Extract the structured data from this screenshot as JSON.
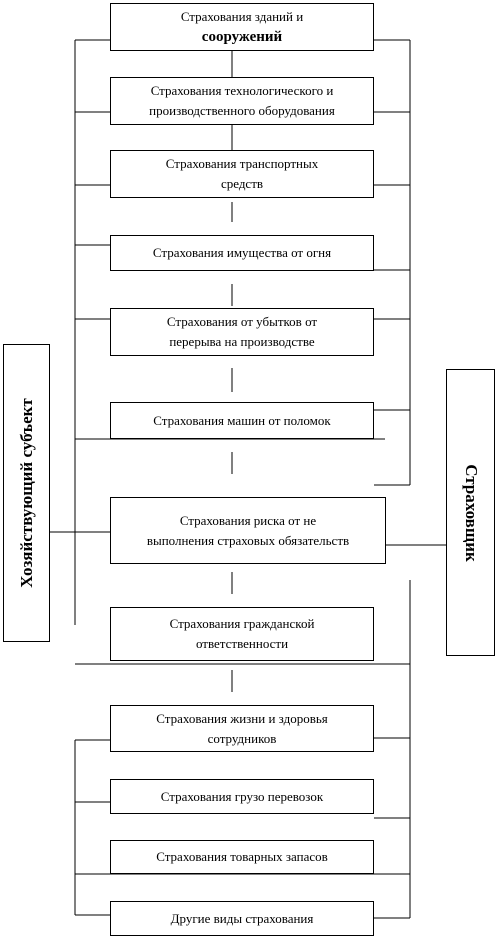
{
  "left_entity": {
    "label": "Хозяйствующий субъект"
  },
  "right_entity": {
    "label": "Страховщик"
  },
  "insurance_types": [
    {
      "line1": "Страхования зданий и",
      "line2": "сооружений"
    },
    {
      "line1": "Страхования технологического  и",
      "line2": "производственного оборудования"
    },
    {
      "line1": "Страхования транспортных",
      "line2": "средств"
    },
    {
      "line1": "Страхования имущества  от огня",
      "line2": ""
    },
    {
      "line1": "Страхования от убытков  от",
      "line2": "перерыва на производстве"
    },
    {
      "line1": "Страхования машин  от поломок",
      "line2": ""
    },
    {
      "line1": "Страхования риска от не",
      "line2": "выполнения страховых обязательств"
    },
    {
      "line1": "Страхования гражданской",
      "line2": "ответственности"
    },
    {
      "line1": "Страхования жизни и здоровья",
      "line2": "сотрудников"
    },
    {
      "line1": "Страхования грузо  перевозок",
      "line2": ""
    },
    {
      "line1": "Страхования товарных запасов",
      "line2": ""
    },
    {
      "line1": "Другие виды страхования",
      "line2": ""
    }
  ]
}
